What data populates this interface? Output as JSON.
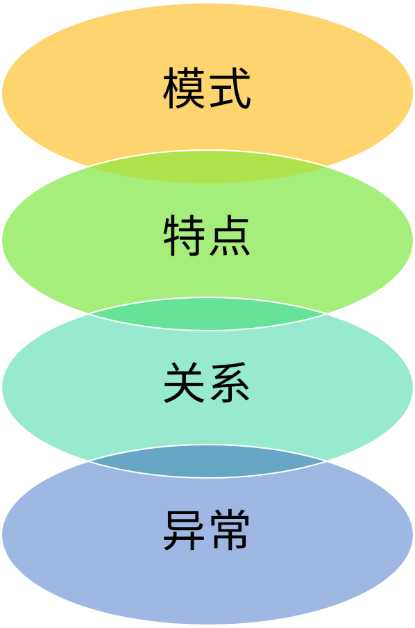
{
  "diagram": {
    "layers": [
      {
        "label": "模式",
        "color": "#FDD46E"
      },
      {
        "label": "特点",
        "color": "#A6EE7C"
      },
      {
        "label": "关系",
        "color": "#97E9D0"
      },
      {
        "label": "异常",
        "color": "#9EB8E3"
      }
    ],
    "overlap_colors": [
      "#AFE24C",
      "#67E299",
      "#67A7C5"
    ]
  }
}
